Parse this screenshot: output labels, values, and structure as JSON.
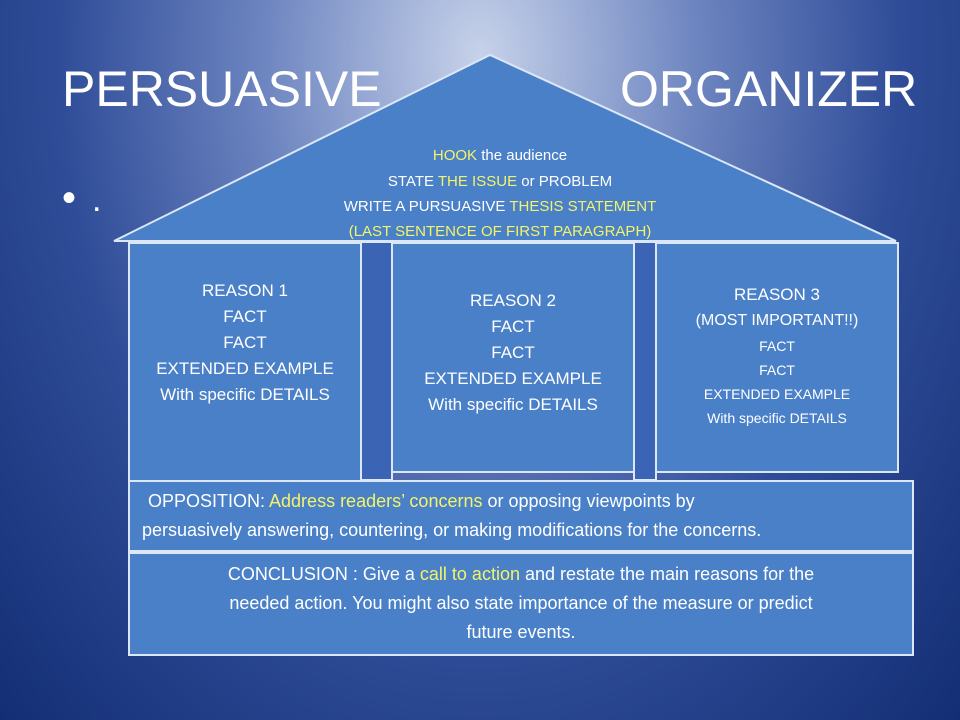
{
  "title": {
    "left": "PERSUASIVE",
    "right": "ORGANIZER"
  },
  "bullet": {
    "marker": "•",
    "text": "."
  },
  "roof": {
    "line1": {
      "hl": "HOOK",
      "rest": " the audience"
    },
    "line2": {
      "pre": "STATE ",
      "hl": " THE ISSUE",
      "rest": "  or PROBLEM"
    },
    "line3": {
      "pre": "WRITE A  PURSUASIVE ",
      "hl": "THESIS STATEMENT"
    },
    "line4": "(LAST SENTENCE OF FIRST PARAGRAPH)"
  },
  "reasons": [
    {
      "lines": [
        "REASON  1",
        "FACT",
        "FACT",
        "EXTENDED EXAMPLE",
        "With specific DETAILS"
      ]
    },
    {
      "lines": [
        "REASON 2",
        "FACT",
        "FACT",
        "EXTENDED EXAMPLE",
        "With specific DETAILS"
      ]
    },
    {
      "lines": [
        "REASON  3",
        "(MOST IMPORTANT!!)",
        "FACT",
        "FACT",
        "EXTENDED EXAMPLE",
        "With specific DETAILS"
      ]
    }
  ],
  "opposition": {
    "label": "OPPOSITION: ",
    "hl": "Address  readers’ concerns",
    "rest1": " or opposing viewpoints by",
    "line2": "persuasively answering, countering, or making modifications for the concerns."
  },
  "conclusion": {
    "pre": "CONCLUSION :  Give a ",
    "hl": "call to action",
    "rest1": " and restate the main reasons  for the",
    "line2": "needed action. You might also state  importance of the measure or predict",
    "line3": "future events."
  },
  "colors": {
    "box_fill": "#4a80c8",
    "highlight": "#f3f36a",
    "roof_fill": "#4a80c8",
    "pillar_fill": "#3c64b4"
  }
}
